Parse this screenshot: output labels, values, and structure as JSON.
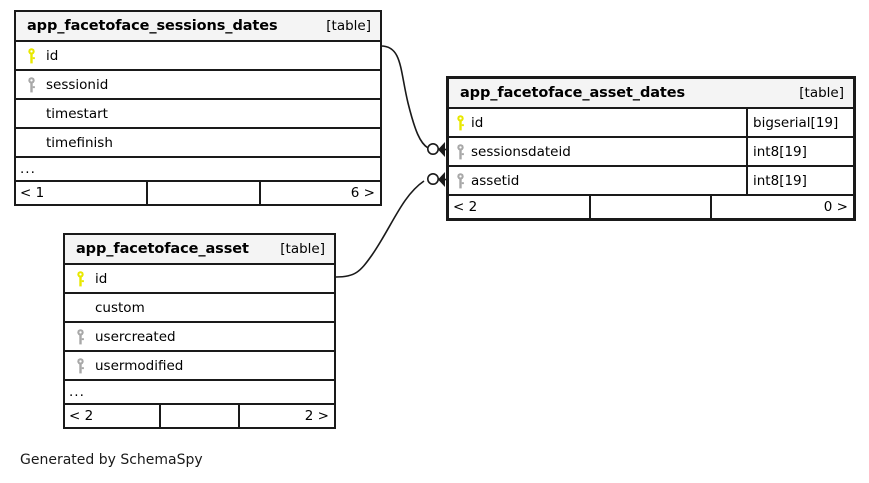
{
  "diagram": {
    "generator_text": "Generated by SchemaSpy",
    "table_kind_label": "[table]",
    "ellipsis": "...",
    "colors": {
      "primary_key": "#e8e800",
      "foreign_key": "#a8a8a8",
      "border": "#1a1a1a",
      "header_background": "#f4f4f4",
      "background": "#ffffff"
    }
  },
  "tables": [
    {
      "id": "sessions_dates",
      "name": "app_facetoface_sessions_dates",
      "kind": "[table]",
      "focal": false,
      "columns": [
        {
          "name": "id",
          "key": "primary",
          "type": ""
        },
        {
          "name": "sessionid",
          "key": "foreign",
          "type": ""
        },
        {
          "name": "timestart",
          "key": "none",
          "type": ""
        },
        {
          "name": "timefinish",
          "key": "none",
          "type": ""
        }
      ],
      "has_more": true,
      "footer": {
        "left": "< 1",
        "middle": "",
        "right": "6 >"
      }
    },
    {
      "id": "asset_dates",
      "name": "app_facetoface_asset_dates",
      "kind": "[table]",
      "focal": true,
      "columns": [
        {
          "name": "id",
          "key": "primary",
          "type": "bigserial[19]"
        },
        {
          "name": "sessionsdateid",
          "key": "foreign",
          "type": "int8[19]"
        },
        {
          "name": "assetid",
          "key": "foreign",
          "type": "int8[19]"
        }
      ],
      "has_more": false,
      "footer": {
        "left": "< 2",
        "middle": "",
        "right": "0 >"
      }
    },
    {
      "id": "asset",
      "name": "app_facetoface_asset",
      "kind": "[table]",
      "focal": false,
      "columns": [
        {
          "name": "id",
          "key": "primary",
          "type": ""
        },
        {
          "name": "custom",
          "key": "none",
          "type": ""
        },
        {
          "name": "usercreated",
          "key": "foreign",
          "type": ""
        },
        {
          "name": "usermodified",
          "key": "foreign",
          "type": ""
        }
      ],
      "has_more": true,
      "footer": {
        "left": "< 2",
        "middle": "",
        "right": "2 >"
      }
    }
  ],
  "relationships": [
    {
      "id": "rel-sessionsdateid",
      "from_table": "app_facetoface_sessions_dates",
      "from_column": "id",
      "to_table": "app_facetoface_asset_dates",
      "to_column": "sessionsdateid",
      "from_cardinality": "one",
      "to_cardinality": "zero-or-many"
    },
    {
      "id": "rel-assetid",
      "from_table": "app_facetoface_asset",
      "from_column": "id",
      "to_table": "app_facetoface_asset_dates",
      "to_column": "assetid",
      "from_cardinality": "one",
      "to_cardinality": "zero-or-many"
    }
  ]
}
